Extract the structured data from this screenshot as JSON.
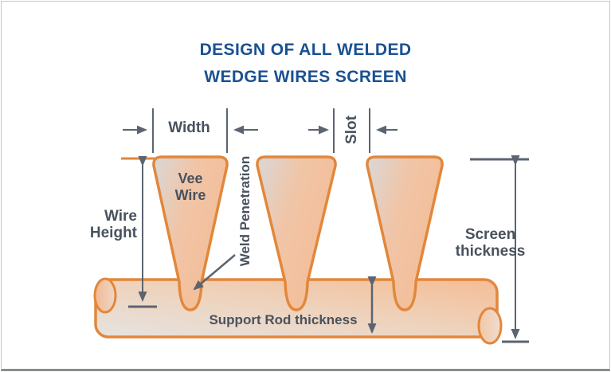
{
  "title": {
    "line1": "DESIGN OF ALL WELDED",
    "line2": "WEDGE WIRES SCREEN"
  },
  "labels": {
    "width": "Width",
    "slot": "Slot",
    "vee_wire_line1": "Vee",
    "vee_wire_line2": "Wire",
    "weld_penetration": "Weld Penetration",
    "wire_height_line1": "Wire",
    "wire_height_line2": "Height",
    "screen_thickness_line1": "Screen",
    "screen_thickness_line2": "thickness",
    "support_rod_thickness": "Support Rod thickness"
  },
  "colors": {
    "title_blue": "#1a5191",
    "label_gray": "#49525e",
    "dimension_line_gray": "#5b6470",
    "wire_outline_orange": "#e2873b",
    "wire_fill_light": "#dbd9d8",
    "wire_fill_peach": "#f6c3a0",
    "rod_fill_gray": "#e6e2df",
    "rod_fill_peach": "#f5bd96",
    "background": "#ffffff"
  }
}
